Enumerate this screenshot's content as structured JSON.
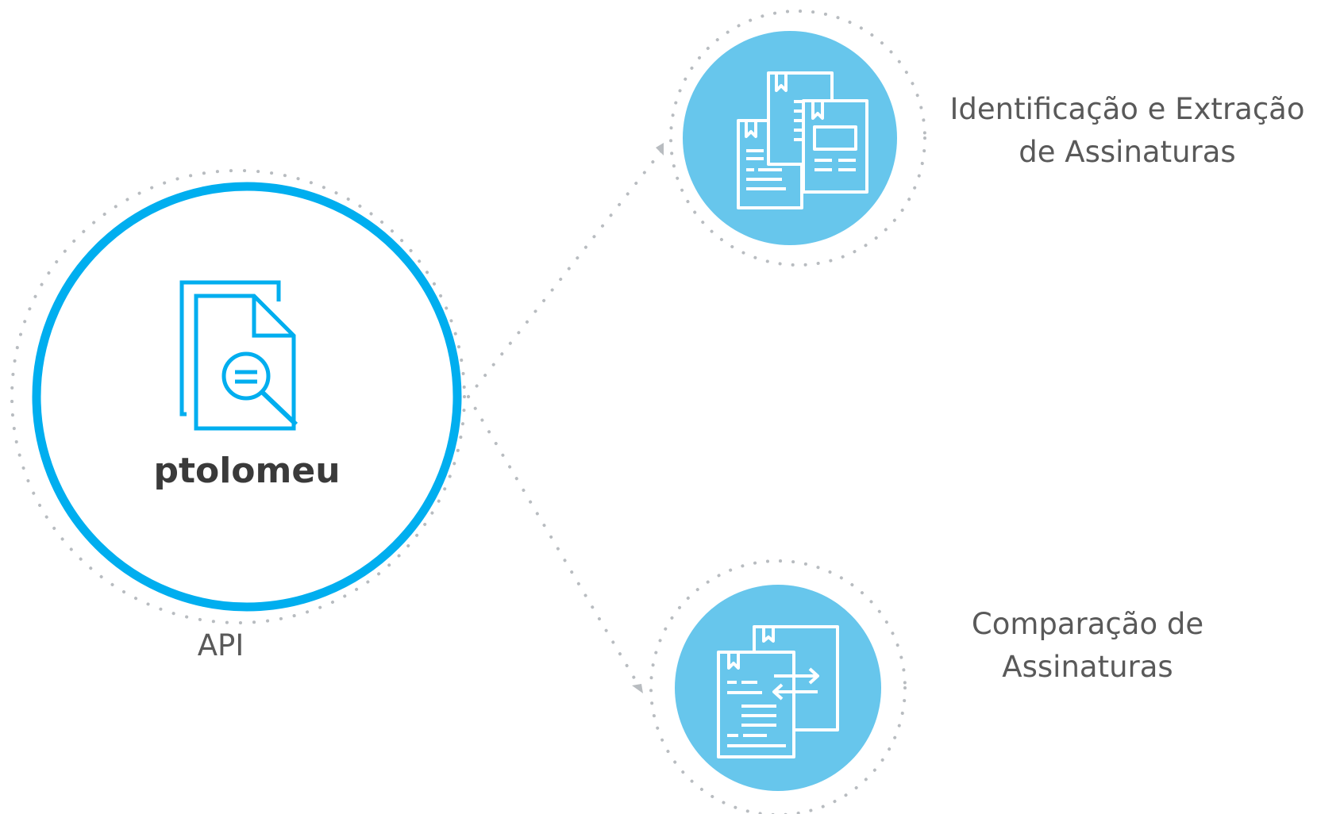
{
  "colors": {
    "accent": "#00AEEF",
    "node_fill": "#67C6EC",
    "dots": "#B8BCC0",
    "text": "#595959",
    "brand_text": "#3A3A3A"
  },
  "api_node": {
    "brand": "ptolomeu",
    "caption": "API",
    "icon": "document-search-icon"
  },
  "extraction_node": {
    "caption_line1": "Identificação e Extração",
    "caption_line2": "de Assinaturas",
    "icon": "documents-stack-icon"
  },
  "comparison_node": {
    "caption_line1": "Comparação de",
    "caption_line2": "Assinaturas",
    "icon": "documents-compare-icon"
  }
}
